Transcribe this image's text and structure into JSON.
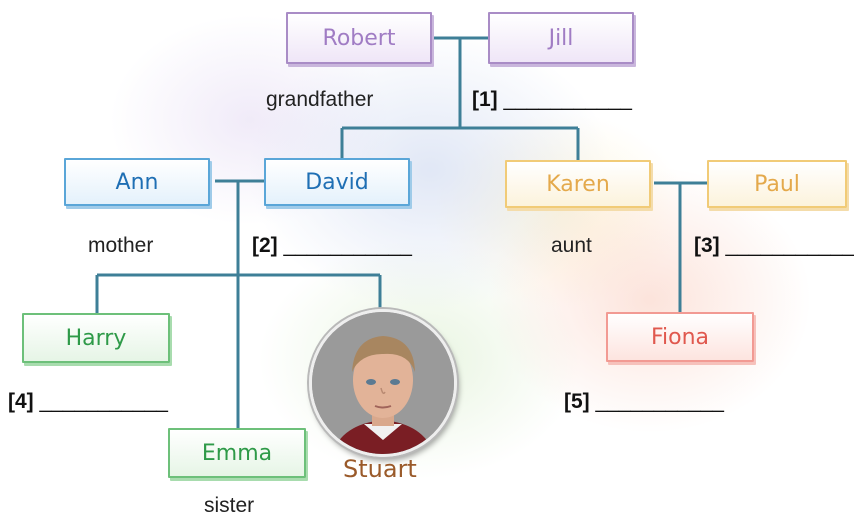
{
  "people": {
    "robert": "Robert",
    "jill": "Jill",
    "ann": "Ann",
    "david": "David",
    "karen": "Karen",
    "paul": "Paul",
    "harry": "Harry",
    "fiona": "Fiona",
    "emma": "Emma",
    "stuart": "Stuart"
  },
  "relations": {
    "robert": "grandfather",
    "ann": "mother",
    "karen": "aunt",
    "emma": "sister"
  },
  "blanks": {
    "b1": {
      "num": "[1]",
      "line": "___________"
    },
    "b2": {
      "num": "[2]",
      "line": "___________"
    },
    "b3": {
      "num": "[3]",
      "line": "___________"
    },
    "b4": {
      "num": "[4]",
      "line": "___________"
    },
    "b5": {
      "num": "[5]",
      "line": "___________"
    }
  },
  "colors": {
    "line": "#3e7f97",
    "purple": "#a07cc4",
    "blue": "#1f6fb4",
    "yellow": "#e4a94b",
    "green": "#2e9a48",
    "pink": "#e0584e",
    "stuart": "#9a5a2a"
  }
}
